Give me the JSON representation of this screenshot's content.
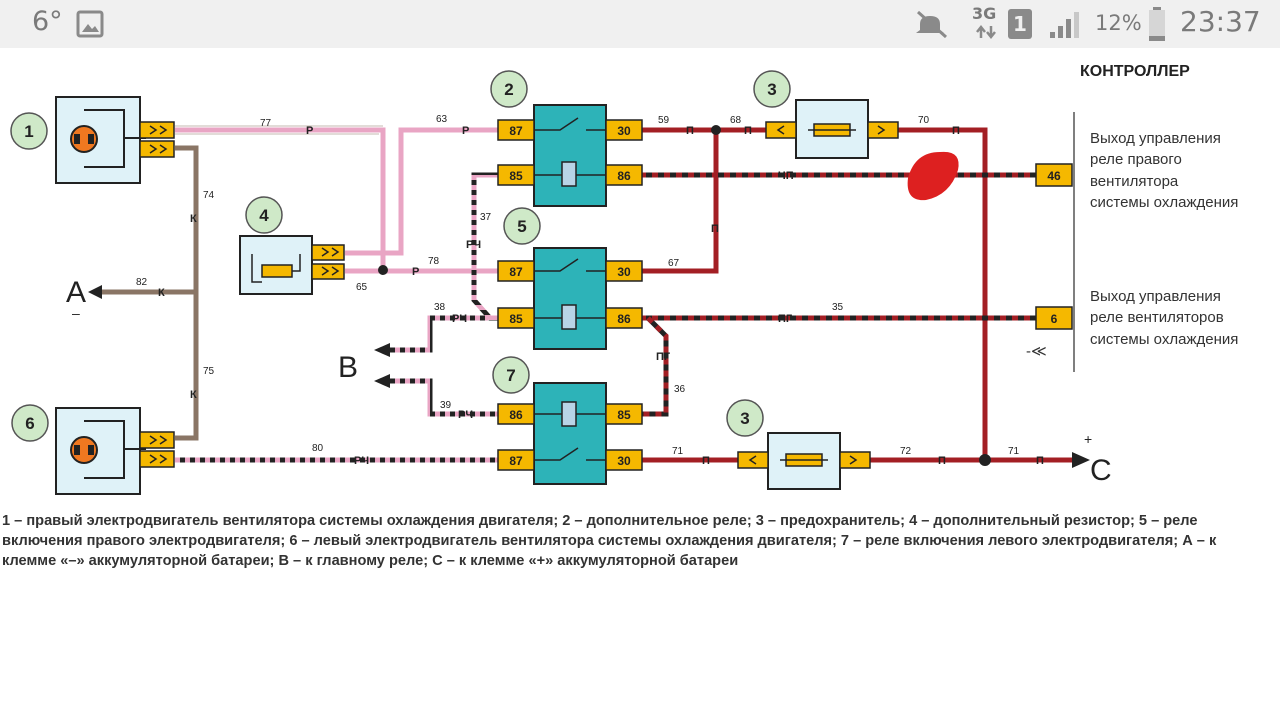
{
  "status_bar": {
    "temperature": "6°",
    "network": "3G",
    "sim": "1",
    "battery": "12%",
    "time": "23:37",
    "icons": [
      "image-icon",
      "mute-icon",
      "data-arrows-icon",
      "sim-icon",
      "signal-icon",
      "battery-icon"
    ]
  },
  "diagram": {
    "title": "КОНТРОЛЛЕР",
    "component_numbers": {
      "motor_right": "1",
      "relay_2": "2",
      "fuse_top": "3",
      "resistor": "4",
      "relay_5": "5",
      "motor_left": "6",
      "relay_7": "7",
      "fuse_bottom": "3"
    },
    "relay_pins": {
      "r2_87": "87",
      "r2_30": "30",
      "r2_85": "85",
      "r2_86": "86",
      "r5_87": "87",
      "r5_30": "30",
      "r5_85": "85",
      "r5_86": "86",
      "r7_86": "86",
      "r7_85": "85",
      "r7_87": "87",
      "r7_30": "30"
    },
    "controller_pins": {
      "pin_46": "46",
      "pin_6": "6"
    },
    "controller_labels": {
      "out_right": [
        "Выход управления",
        "реле правого",
        "вентилятора",
        "системы охлаждения"
      ],
      "out_both": [
        "Выход управления",
        "реле вентиляторов",
        "системы охлаждения"
      ]
    },
    "wire_numbers": {
      "w77": "77",
      "w63": "63",
      "w59": "59",
      "w68": "68",
      "w70": "70",
      "w74": "74",
      "w37": "37",
      "w78": "78",
      "w65": "65",
      "w82": "82",
      "w67": "67",
      "w38": "38",
      "w35": "35",
      "w36": "36",
      "w75": "75",
      "w39": "39",
      "w80": "80",
      "w71a": "71",
      "w72": "72",
      "w71b": "71"
    },
    "wire_codes": {
      "r1": "Р",
      "r2": "Р",
      "r3": "Р",
      "p1": "П",
      "p2": "П",
      "p3": "П",
      "p4": "П",
      "p5": "П",
      "p6": "П",
      "p7": "П",
      "k1": "К",
      "k2": "К",
      "k3": "К",
      "rch1": "РЧ",
      "rch2": "РЧ",
      "rch3": "РЧ",
      "rch4": "РЧ",
      "chp": "ЧП",
      "pg1": "ПГ",
      "pg2": "ПГ"
    },
    "terminals": {
      "a": "А",
      "a_sign": "–",
      "b": "В",
      "c": "С",
      "c_sign": "+"
    },
    "connector_symbol": "-≪"
  },
  "caption": "1 – правый электродвигатель вентилятора системы охлаждения двигателя; 2 – дополнительное реле; 3 – предохранитель; 4 – дополнительный резистор; 5 – реле включения правого электродвигателя; 6 – левый электродвигатель вентилятора системы охлаждения двигателя; 7 – реле включения левого электродвигателя; А – к клемме «–» аккумуляторной батареи; В – к главному реле; С – к клемме «+» аккумуляторной батареи",
  "colors": {
    "wire_red": "#a31f24",
    "wire_pink": "#e9a5c4",
    "wire_brown": "#8a7565",
    "wire_black": "#222222",
    "relay_fill": "#2db3b8",
    "box_fill": "#dff2f8",
    "pin_fill": "#f5b800",
    "circle_fill": "#cfe9c8",
    "marker": "#dd2020"
  }
}
